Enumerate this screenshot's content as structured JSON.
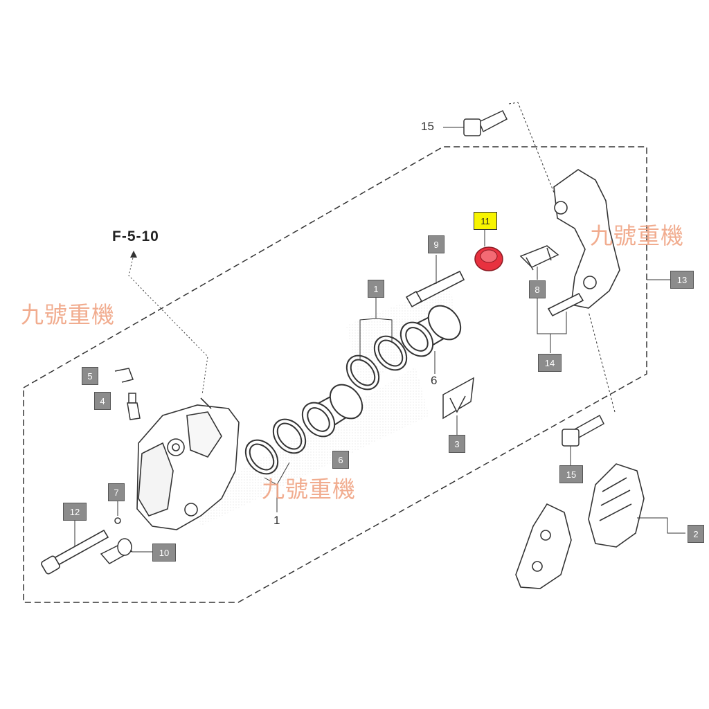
{
  "ref_label": "F-5-10",
  "callouts": {
    "c1_top": "1",
    "c1_bottom": "1",
    "c2": "2",
    "c3": "3",
    "c4": "4",
    "c5": "5",
    "c6_top": "6",
    "c6_bottom": "6",
    "c7": "7",
    "c8": "8",
    "c9": "9",
    "c10": "10",
    "c11": "11",
    "c12": "12",
    "c13": "13",
    "c14": "14",
    "c15_top": "15",
    "c15_bottom": "15"
  },
  "watermark": "九號重機",
  "colors": {
    "callout_fill": "#8c8c8c",
    "highlight_fill": "#f7f400",
    "highlight_part": "#e8313f",
    "watermark": "#f0a483"
  }
}
